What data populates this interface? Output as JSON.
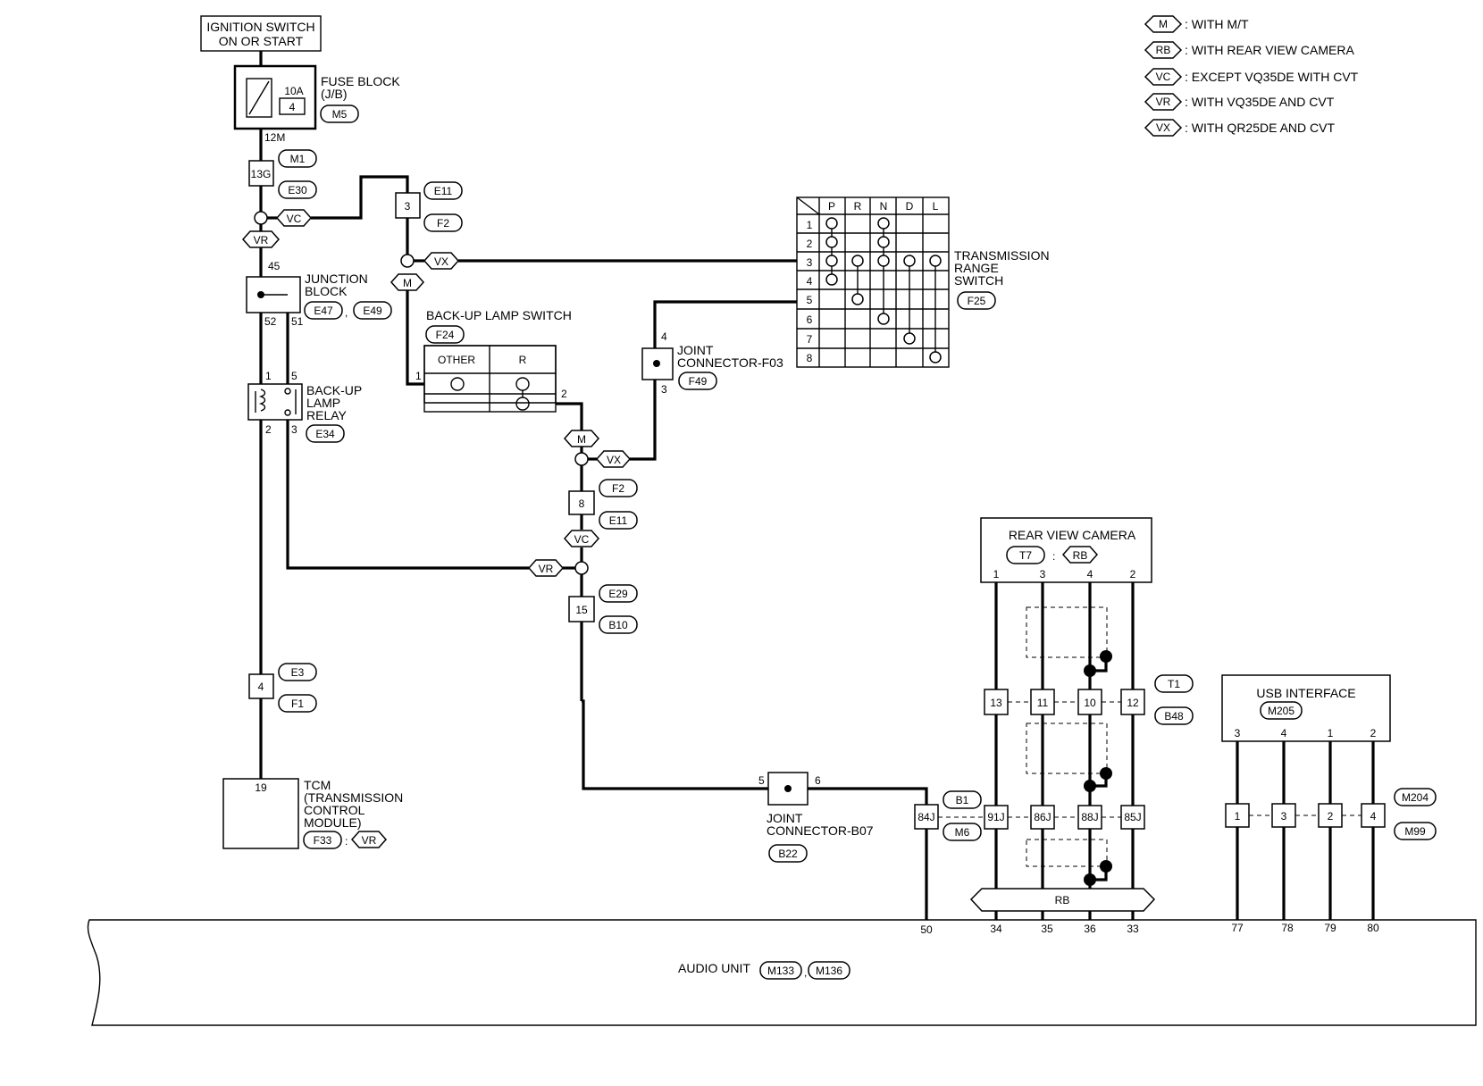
{
  "legend": [
    {
      "code": "M",
      "text": ": WITH M/T"
    },
    {
      "code": "RB",
      "text": ": WITH REAR VIEW CAMERA"
    },
    {
      "code": "VC",
      "text": ": EXCEPT VQ35DE WITH CVT"
    },
    {
      "code": "VR",
      "text": ": WITH VQ35DE AND CVT"
    },
    {
      "code": "VX",
      "text": ": WITH QR25DE AND CVT"
    }
  ],
  "ignition": {
    "line1": "IGNITION SWITCH",
    "line2": "ON OR START"
  },
  "fuse": {
    "rating": "10A",
    "number": "4",
    "line1": "FUSE BLOCK",
    "line2": "(J/B)",
    "conn": "M5",
    "pin": "12M"
  },
  "codes": {
    "M1": "M1",
    "E30": "E30",
    "pin13g": "13G",
    "VC": "VC",
    "VR": "VR",
    "VX": "VX",
    "M": "M",
    "E11": "E11",
    "F2": "F2",
    "pin3": "3",
    "pin8": "8",
    "pin15": "15",
    "E29": "E29",
    "B10": "B10",
    "pin4": "4",
    "E3": "E3",
    "F1": "F1"
  },
  "junction": {
    "line1": "JUNCTION",
    "line2": "BLOCK",
    "conn1": "E47",
    "sep": ",",
    "conn2": "E49",
    "pin_top": "45",
    "pin_l": "52",
    "pin_r": "51"
  },
  "relay": {
    "line1": "BACK-UP",
    "line2": "LAMP",
    "line3": "RELAY",
    "conn": "E34",
    "p1": "1",
    "p5": "5",
    "p2": "2",
    "p3": "3"
  },
  "backup_switch": {
    "title": "BACK-UP LAMP SWITCH",
    "conn": "F24",
    "col1": "OTHER",
    "col2": "R",
    "p1": "1",
    "p2": "2"
  },
  "joint_f03": {
    "line1": "JOINT",
    "line2": "CONNECTOR-F03",
    "conn": "F49",
    "p4": "4",
    "p3": "3"
  },
  "trs": {
    "line1": "TRANSMISSION",
    "line2": "RANGE",
    "line3": "SWITCH",
    "conn": "F25",
    "cols": [
      "P",
      "R",
      "N",
      "D",
      "L"
    ],
    "rows": [
      "1",
      "2",
      "3",
      "4",
      "5",
      "6",
      "7",
      "8"
    ]
  },
  "tcm": {
    "pin": "19",
    "line1": "TCM",
    "line2": "(TRANSMISSION",
    "line3": "CONTROL",
    "line4": "MODULE)",
    "conn": "F33",
    "colon": ":",
    "opt": "VR"
  },
  "joint_b07": {
    "line1": "JOINT",
    "line2": "CONNECTOR-B07",
    "conn": "B22",
    "p5": "5",
    "p6": "6"
  },
  "camera": {
    "title": "REAR VIEW CAMERA",
    "conn": "T7",
    "colon": ":",
    "opt": "RB",
    "pins": [
      "1",
      "3",
      "4",
      "2"
    ],
    "mid_pins": [
      "13",
      "11",
      "10",
      "12"
    ],
    "mid_conn1": "T1",
    "mid_conn2": "B48",
    "low_pins": [
      "84J",
      "91J",
      "86J",
      "88J",
      "85J"
    ],
    "low_conn1": "B1",
    "low_conn2": "M6",
    "band": "RB"
  },
  "usb": {
    "title": "USB INTERFACE",
    "conn": "M205",
    "pins": [
      "3",
      "4",
      "1",
      "2"
    ],
    "low_pins": [
      "1",
      "3",
      "2",
      "4"
    ],
    "low_conn1": "M204",
    "low_conn2": "M99"
  },
  "audio": {
    "label": "AUDIO UNIT",
    "conn1": "M133",
    "sep": ",",
    "conn2": "M136",
    "pins": [
      "50",
      "34",
      "35",
      "36",
      "33",
      "77",
      "78",
      "79",
      "80"
    ]
  }
}
